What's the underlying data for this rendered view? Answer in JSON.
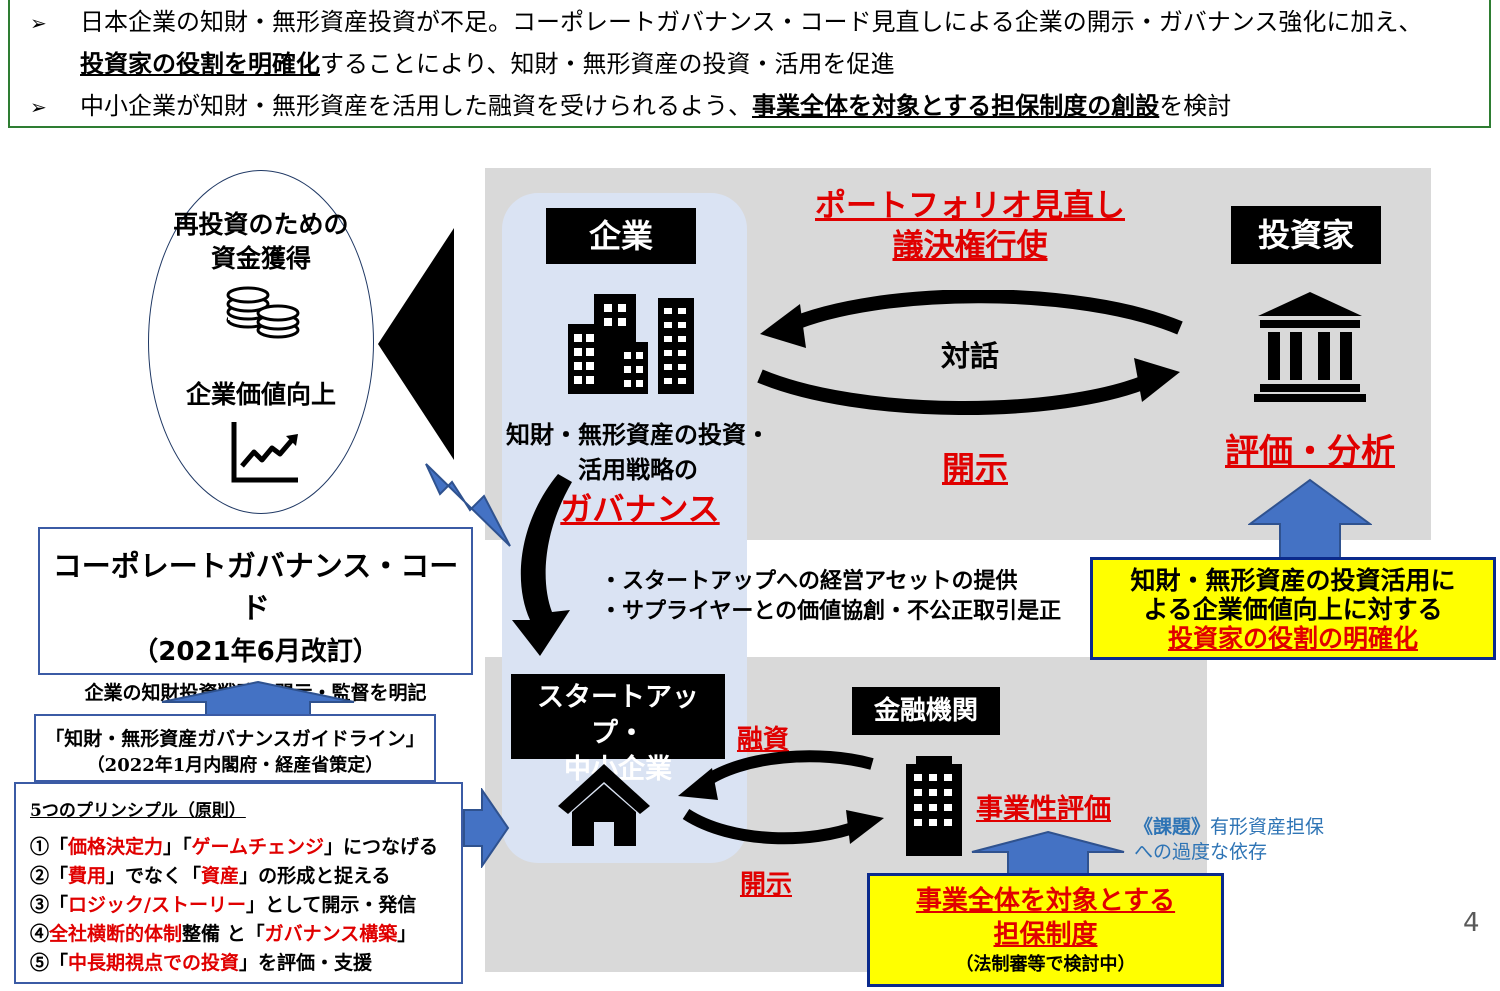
{
  "summary": {
    "line1a": "日本企業の知財・無形資産投資が不足。コーポレートガバナンス・コード見直しによる企業の開示・ガバナンス強化に加え、",
    "line1b_emph": "投資家の役割を明確化",
    "line1b_rest": "することにより、知財・無形資産の投資・活用を促進",
    "line2_pre": "中小企業が知財・無形資産を活用した融資を受けられるよう、",
    "line2_emph": "事業全体を対象とする担保制度の創設",
    "line2_post": "を検討"
  },
  "cycle": {
    "reinvest": "再投資のための\n資金獲得",
    "value_up": "企業価値向上"
  },
  "company": {
    "label": "企業",
    "strategy_line1": "知財・無形資産の投資・",
    "strategy_line2": "活用戦略の",
    "governance": "ガバナンス"
  },
  "investor": {
    "label": "投資家",
    "evaluation": "評価・分析"
  },
  "flows": {
    "portfolio_line1": "ポートフォリオ見直し",
    "portfolio_line2": "議決権行使",
    "dialogue": "対話",
    "disclosure": "開示"
  },
  "startup_notes": {
    "line1": "・スタートアップへの経営アセットの提供",
    "line2": "・サプライヤーとの価値協創・不公正取引是正"
  },
  "investor_role_box": {
    "line1": "知財・無形資産の投資活用に",
    "line2": "よる企業価値向上に対する",
    "line3": "投資家の役割の明確化"
  },
  "cgcode": {
    "title": "コーポレートガバナンス・コード",
    "revision": "（2021年6月改訂）",
    "note": "企業の知財投資戦略の開示・監督を明記"
  },
  "guideline": {
    "line1": "「知財・無形資産ガバナンスガイドライン」",
    "line2": "（2022年1月内閣府・経産省策定）"
  },
  "principles": {
    "title": "5つのプリンシプル（原則）",
    "p1": [
      "①「",
      "価格決定力",
      "」「",
      "ゲームチェンジ",
      "」につなげる"
    ],
    "p2": [
      "②「",
      "費用",
      "」でなく「",
      "資産",
      "」の形成と捉える"
    ],
    "p3": [
      "③「",
      "ロジック/ストーリー",
      "」として開示・発信"
    ],
    "p4": [
      "④",
      "全社横断的体制",
      "整備 と「",
      "ガバナンス構築",
      "」"
    ],
    "p5": [
      "⑤「",
      "中長期視点での投資",
      "」を評価・支援"
    ]
  },
  "sme": {
    "label_line1": "スタートアップ・",
    "label_line2": "中小企業",
    "loan": "融資",
    "disclosure": "開示"
  },
  "bank": {
    "label": "金融機関",
    "evaluation": "事業性評価",
    "issue_tag": "《課題》",
    "issue_text1": "有形資産担保",
    "issue_text2": "への過度な依存"
  },
  "collateral_box": {
    "line1": "事業全体を対象とする",
    "line2": "担保制度",
    "line3": "（法制審等で検討中）"
  },
  "page_number": "4",
  "colors": {
    "red": "#e00000",
    "yellow": "#ffff00",
    "navy": "#0b2a8c",
    "blue": "#4472c4",
    "green": "#2e7d32",
    "issue_blue": "#2e74b5"
  }
}
